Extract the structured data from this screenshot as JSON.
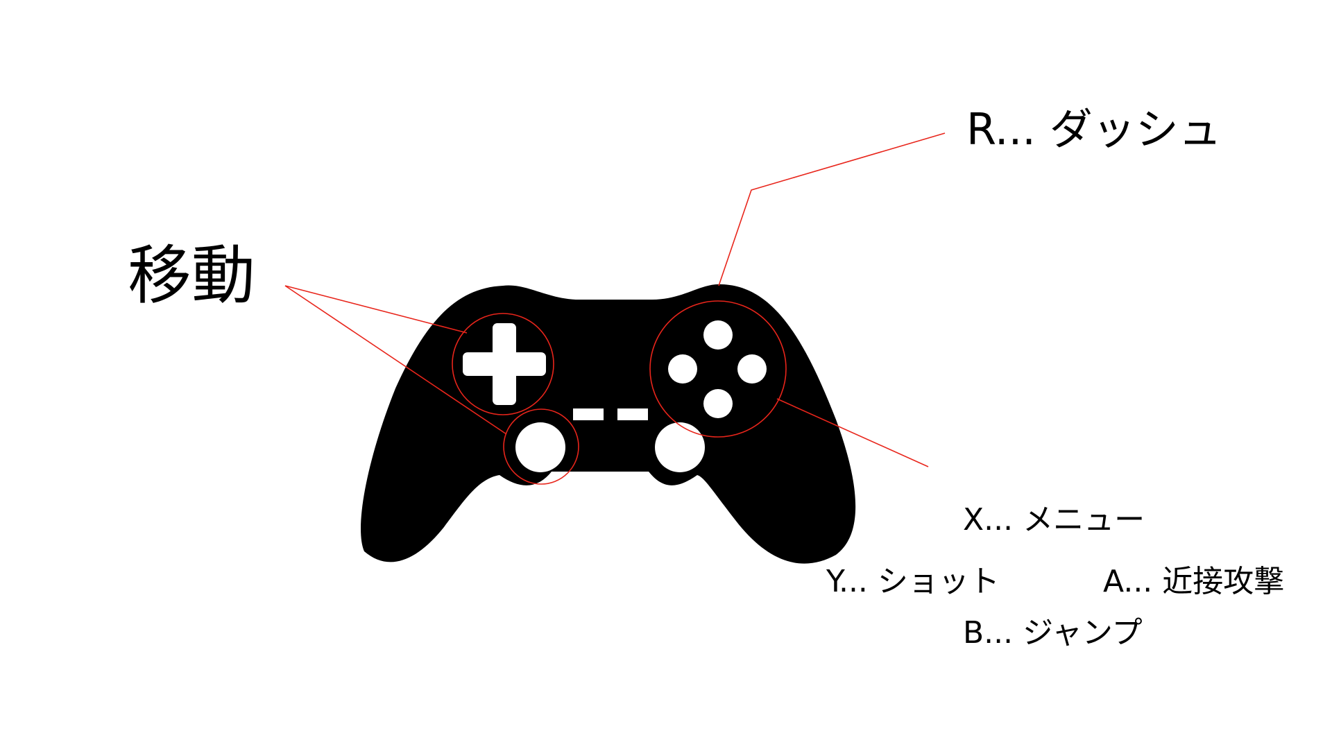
{
  "labels": {
    "move": "移動",
    "r": "R... ダッシュ",
    "x": "X... メニュー",
    "y": "Y... ショット",
    "a": "A... 近接攻撃",
    "b": "B... ジャンプ"
  },
  "colors": {
    "controller": "#000000",
    "buttons": "#ffffff",
    "callout": "#e8251b",
    "background": "#ffffff"
  }
}
